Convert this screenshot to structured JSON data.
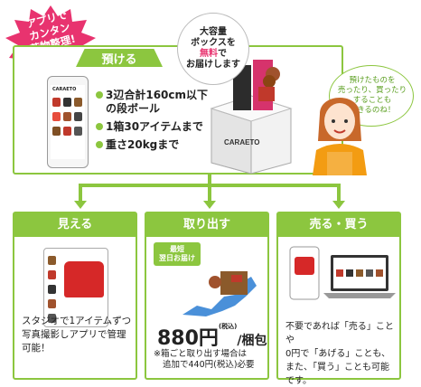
{
  "badge": {
    "line1": "アプリで",
    "line2": "カンタン",
    "line3": "荷物整理!"
  },
  "bubble_top": {
    "line1": "大容量",
    "line2": "ボックスを",
    "line3_accent": "無料",
    "line3_rest": "で",
    "line4": "お届けします"
  },
  "bubble_right": {
    "line1": "預けたものを",
    "line2": "売ったり、買ったり",
    "line3": "することも",
    "line4": "できるのね！"
  },
  "top_panel": {
    "title": "預ける",
    "specs": [
      "3辺合計160cm以下",
      "の段ボール",
      "1箱30アイテムまで",
      "重さ20kgまで"
    ],
    "box_logo": "CARAETO",
    "phone_logo": "CARAETO"
  },
  "panels": [
    {
      "title": "見える",
      "body": [
        "スタジオで1アイテムずつ",
        "写真撮影しアプリで管理",
        "可能！"
      ]
    },
    {
      "title": "取り出す",
      "tag": [
        "最短",
        "翌日お届け"
      ],
      "price": "880円",
      "price_tax": "(税込)",
      "price_unit": "/梱包",
      "note": [
        "※箱ごと取り出す場合は",
        "追加で440円(税込)必要"
      ]
    },
    {
      "title": "売る・買う",
      "body": [
        "不要であれば「売る」ことや",
        "0円で「あげる」ことも、",
        "また、「買う」ことも可能",
        "です。"
      ]
    }
  ],
  "colors": {
    "accent": "#8cc63f",
    "pink": "#e8336f",
    "badge_red": "#e8336f"
  }
}
